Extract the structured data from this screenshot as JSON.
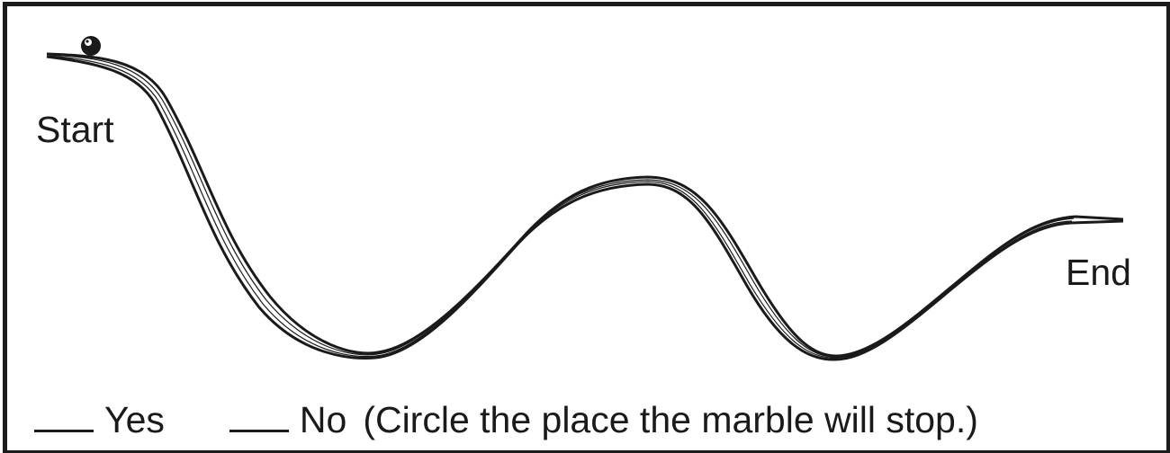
{
  "diagram": {
    "start_label": "Start",
    "end_label": "End"
  },
  "question": {
    "option_yes": "Yes",
    "option_no": "No",
    "instruction": "(Circle the place the marble will stop.)"
  },
  "colors": {
    "ink": "#1a1a1a",
    "background": "#ffffff"
  },
  "icons": {
    "marble": "marble-icon"
  }
}
